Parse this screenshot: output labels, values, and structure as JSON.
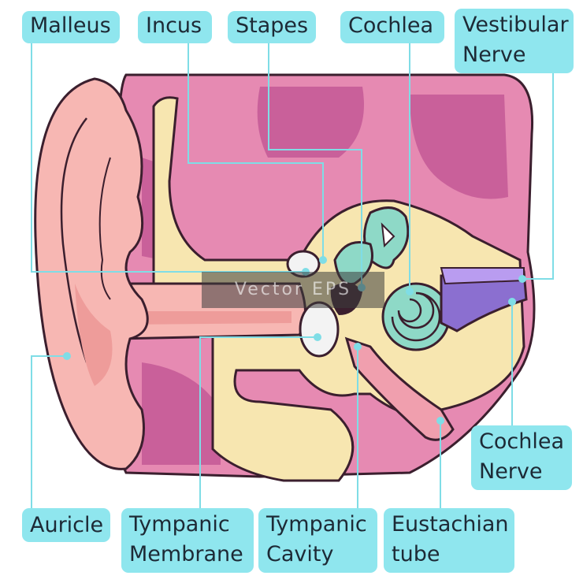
{
  "labels": {
    "malleus": "Malleus",
    "incus": "Incus",
    "stapes": "Stapes",
    "cochlea": "Cochlea",
    "vestibular_nerve_1": "Vestibular",
    "vestibular_nerve_2": "Nerve",
    "cochlea_nerve_1": "Cochlea",
    "cochlea_nerve_2": "Nerve",
    "auricle": "Auricle",
    "tympanic_membrane_1": "Tympanic",
    "tympanic_membrane_2": "Membrane",
    "tympanic_cavity_1": "Tympanic",
    "tympanic_cavity_2": "Cavity",
    "eustachian_tube_1": "Eustachian",
    "eustachian_tube_2": "tube"
  },
  "watermark": "Vector EPS",
  "colors": {
    "label_bg": "#8fe6ee",
    "leader_line": "#7fdde6",
    "tissue_pink": "#e68ab2",
    "tissue_dark": "#c9609a",
    "skin": "#f7b7b3",
    "bone": "#f7e6b0",
    "inner_ear": "#8ed9c7",
    "nerve": "#8b6fd0"
  }
}
